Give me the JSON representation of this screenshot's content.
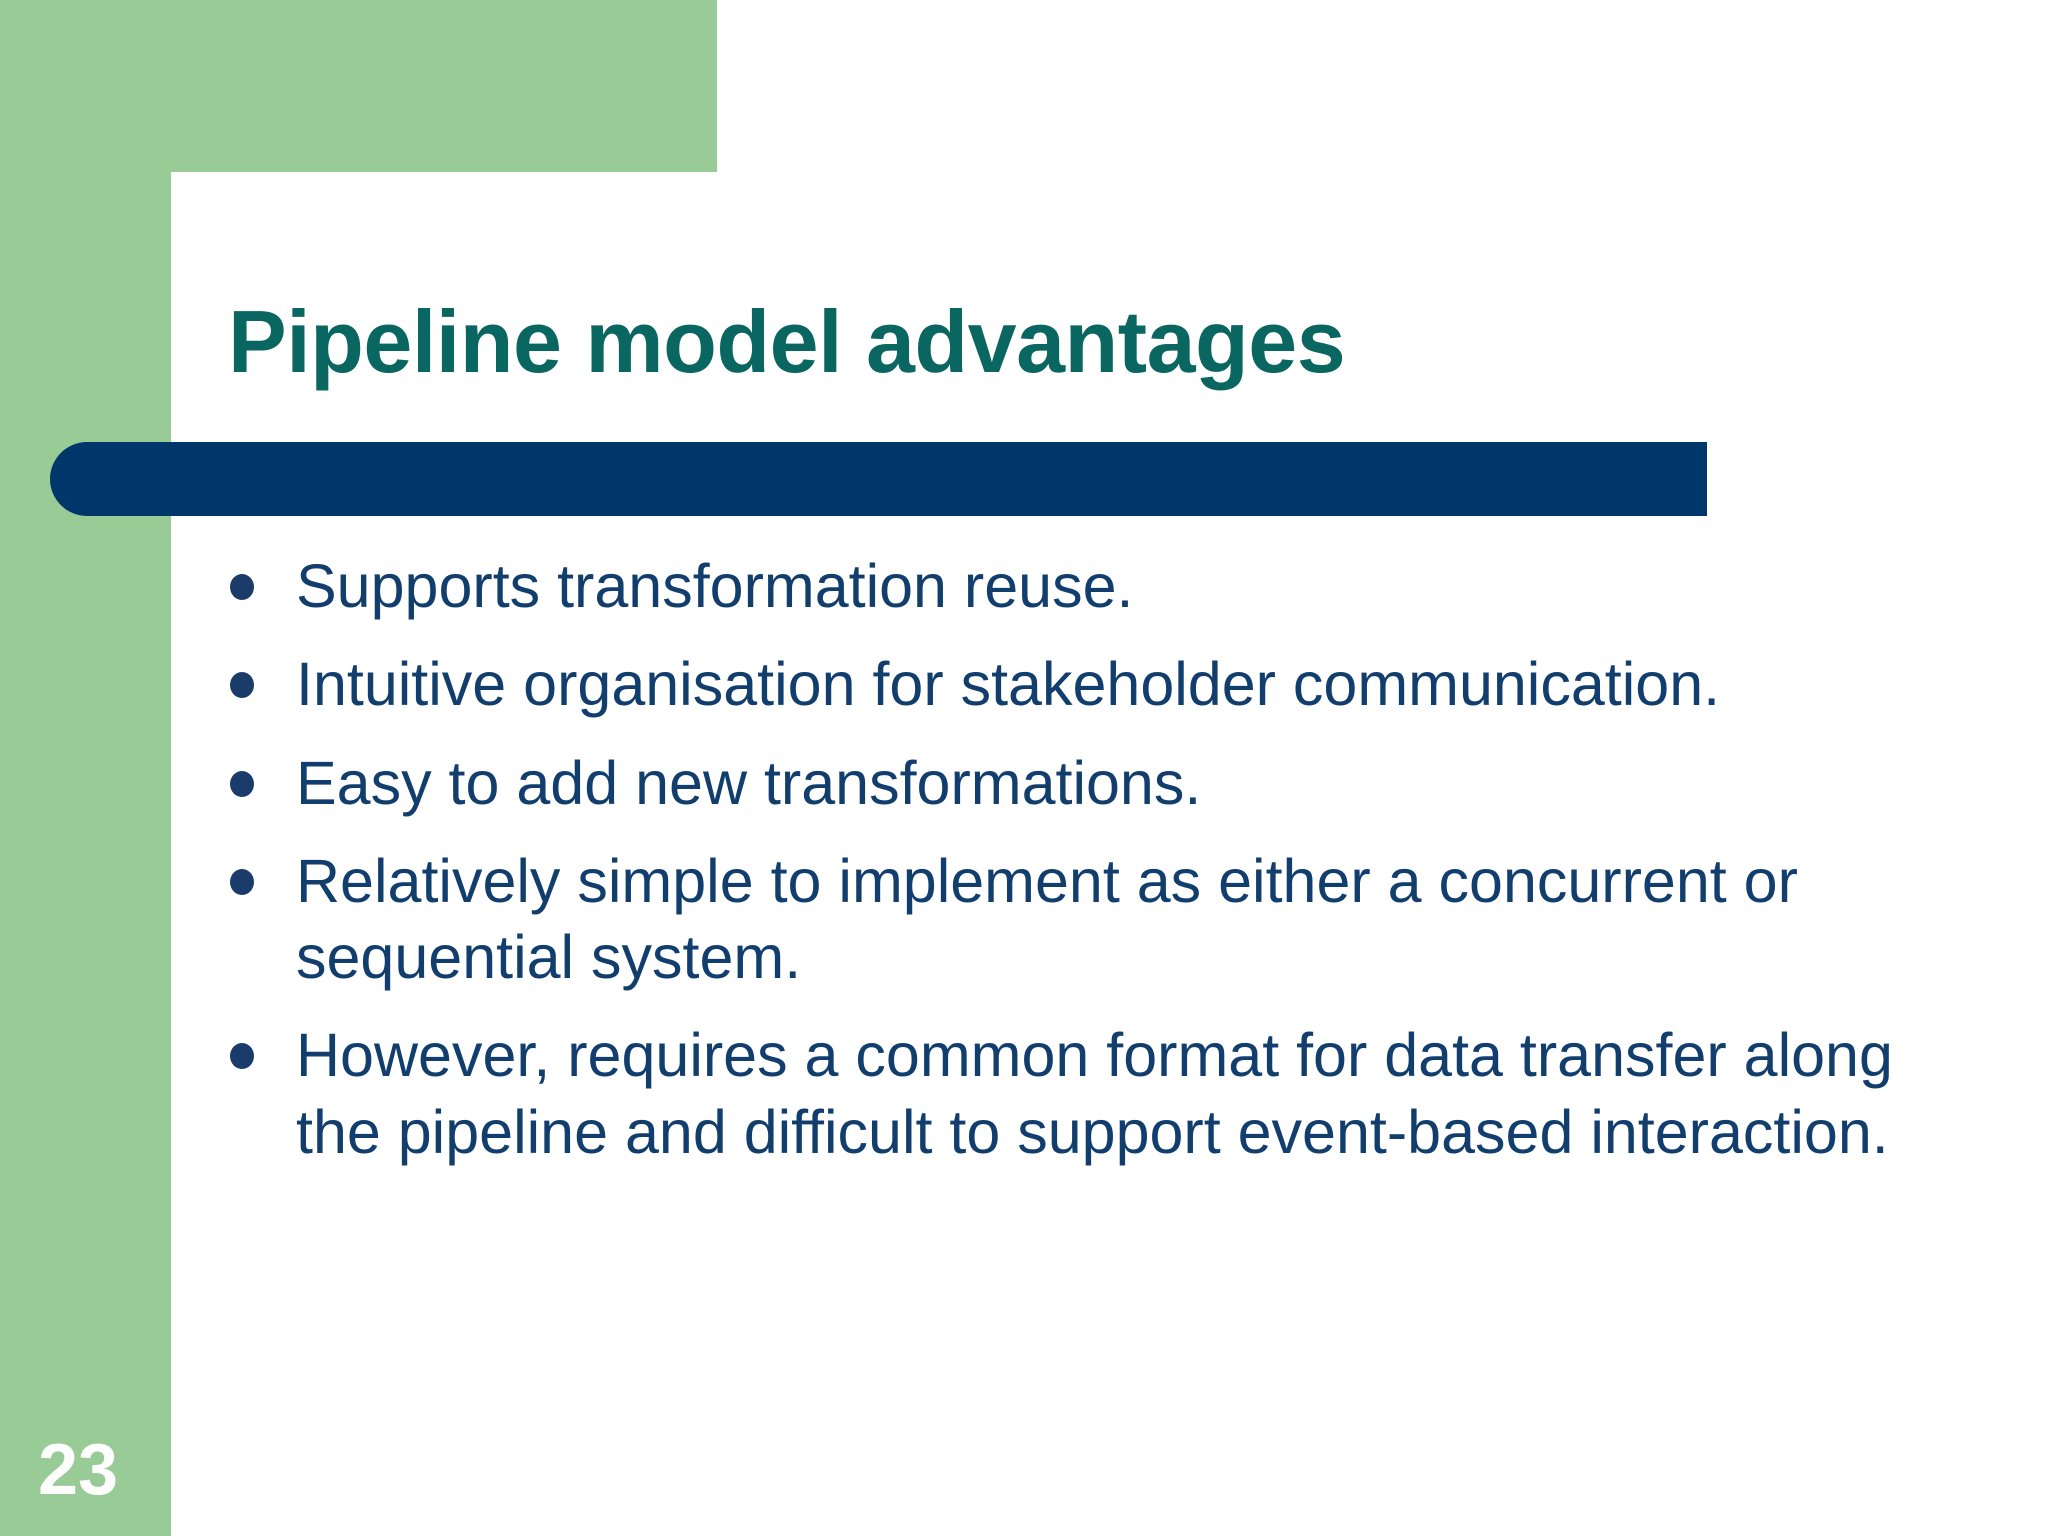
{
  "slide": {
    "title": "Pipeline model advantages",
    "page_number": "23",
    "bullets": [
      {
        "text": "Supports transformation reuse."
      },
      {
        "text": "Intuitive organisation for stakeholder communication."
      },
      {
        "text": "Easy to add new transformations."
      },
      {
        "text": "Relatively simple to implement as either a concurrent or sequential system."
      },
      {
        "text": "However, requires a common format for data transfer along the pipeline and difficult to support event-based interaction."
      }
    ],
    "colors": {
      "green_accent": "#99CB96",
      "title_teal": "#0A6660",
      "rule_navy": "#00376B",
      "body_navy": "#123E6E",
      "bullet_navy": "#1B3B6B",
      "background": "#FFFFFF",
      "page_number_text": "#FFFFFF"
    }
  }
}
